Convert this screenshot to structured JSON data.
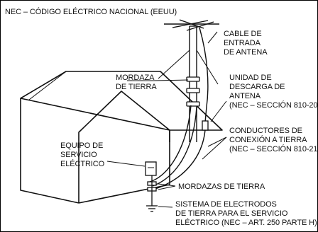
{
  "title": "NEC – CÓDIGO ELÉCTRICO NACIONAL (EEUU)",
  "labels": {
    "cable": [
      "CABLE DE",
      "ENTRADA",
      "DE ANTENA"
    ],
    "mordaza": [
      "MORDAZA",
      "DE TIERRA"
    ],
    "unidad": [
      "UNIDAD DE",
      "DESCARGA DE",
      "ANTENA",
      "(NEC – SECCIÓN 810-20)"
    ],
    "conductores": [
      "CONDUCTORES DE",
      "CONEXIÓN A TIERRA",
      "(NEC – SECCIÓN 810-21)"
    ],
    "equipo": [
      "EQUIPO DE",
      "SERVICIO",
      "ELÉCTRICO"
    ],
    "mordazas": [
      "MORDAZAS DE TIERRA"
    ],
    "sistema": [
      "SISTEMA DE ELECTRODOS",
      "DE TIERRA PARA EL SERVICIO",
      "ELÉCTRICO (NEC – ART. 250 PARTE H)"
    ]
  },
  "colors": {
    "ink": "#111111",
    "background": "#ffffff"
  }
}
